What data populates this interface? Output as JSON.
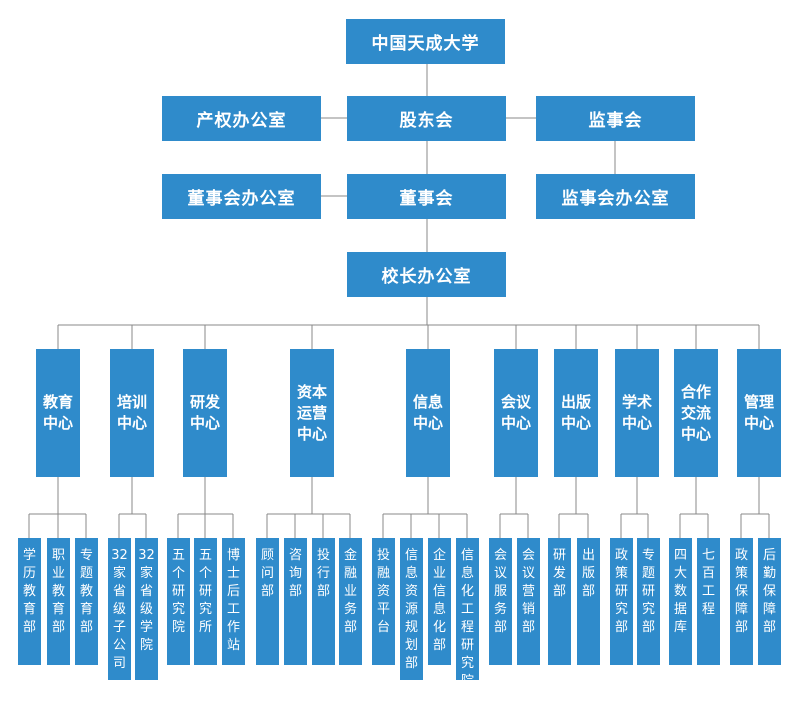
{
  "top": {
    "university": "中国天成大学",
    "shareholders": "股东会",
    "property_office": "产权办公室",
    "supervisors": "监事会",
    "board": "董事会",
    "board_office": "董事会办公室",
    "supervisors_office": "监事会办公室",
    "president_office": "校长办公室"
  },
  "centers": [
    {
      "label": "教育中心",
      "departments": [
        "学历教育部",
        "职业教育部",
        "专题教育部"
      ]
    },
    {
      "label": "培训中心",
      "departments": [
        "32家省级子公司",
        "32家省级学院"
      ]
    },
    {
      "label": "研发中心",
      "departments": [
        "五个研究院",
        "五个研究所",
        "博士后工作站"
      ]
    },
    {
      "label": "资本运营中心",
      "departments": [
        "顾问部",
        "咨询部",
        "投行部",
        "金融业务部"
      ]
    },
    {
      "label": "信息中心",
      "departments": [
        "投融资平台",
        "信息资源规划部",
        "企业信息化部",
        "信息化工程研究院"
      ]
    },
    {
      "label": "会议中心",
      "departments": [
        "会议服务部",
        "会议营销部"
      ]
    },
    {
      "label": "出版中心",
      "departments": [
        "研发部",
        "出版部"
      ]
    },
    {
      "label": "学术中心",
      "departments": [
        "政策研究部",
        "专题研究部"
      ]
    },
    {
      "label": "合作交流中心",
      "departments": [
        "四大数据库",
        "七百工程"
      ]
    },
    {
      "label": "管理中心",
      "departments": [
        "政策保障部",
        "后勤保障部"
      ]
    }
  ],
  "colors": {
    "box": "#2f8bcb",
    "line": "#888888",
    "text": "#ffffff"
  }
}
